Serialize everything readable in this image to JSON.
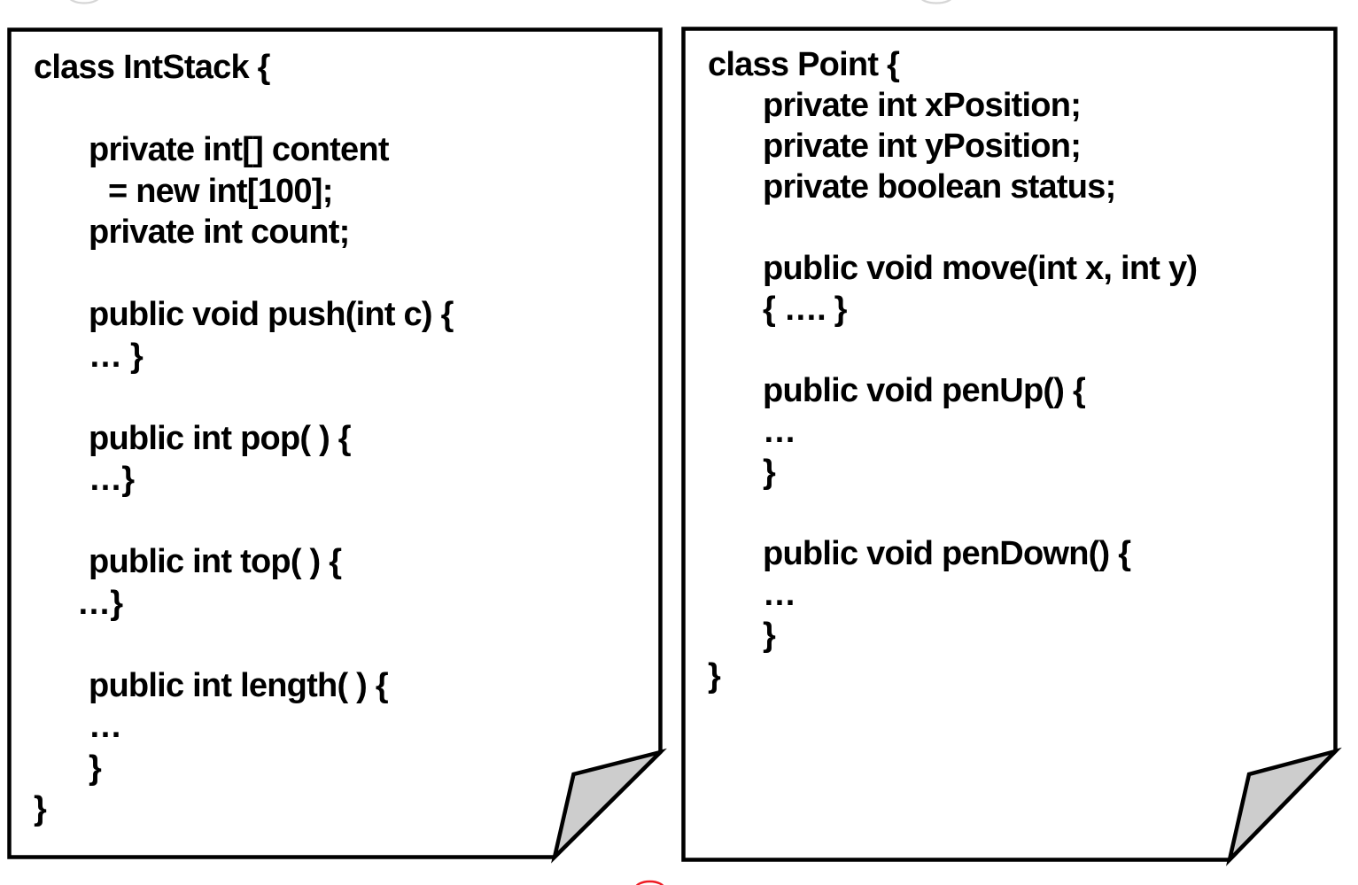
{
  "colors": {
    "ink": "#000000",
    "paper": "#ffffff",
    "fold_fill": "#cdcdcd",
    "red_accent": "#ee1c24",
    "smudge": "#d6d6d6"
  },
  "panels": {
    "left": {
      "lines": [
        {
          "text": "class IntStack {",
          "ind": 0
        },
        {
          "text": "",
          "ind": 0
        },
        {
          "text": "private int[] content",
          "ind": 1
        },
        {
          "text": "= new int[100];",
          "ind": 2
        },
        {
          "text": "private int count;",
          "ind": 1
        },
        {
          "text": "",
          "ind": 0
        },
        {
          "text": "public void push(int c) {",
          "ind": 1
        },
        {
          "text": "… }",
          "ind": 1
        },
        {
          "text": "",
          "ind": 0
        },
        {
          "text": "public int pop( ) {",
          "ind": 1
        },
        {
          "text": "…}",
          "ind": 1
        },
        {
          "text": "",
          "ind": 0
        },
        {
          "text": "public int top( ) {",
          "ind": 1
        },
        {
          "text": "…}",
          "ind": 3
        },
        {
          "text": "",
          "ind": 0
        },
        {
          "text": "public int length( ) {",
          "ind": 1
        },
        {
          "text": "…",
          "ind": 1
        },
        {
          "text": "}",
          "ind": 1
        },
        {
          "text": "}",
          "ind": 0
        }
      ]
    },
    "right": {
      "lines": [
        {
          "text": "class Point {",
          "ind": 0
        },
        {
          "text": "private int xPosition;",
          "ind": 1
        },
        {
          "text": "private int yPosition;",
          "ind": 1
        },
        {
          "text": "private boolean status;",
          "ind": 1
        },
        {
          "text": "",
          "ind": 0
        },
        {
          "text": "public void move(int x, int y)",
          "ind": 1
        },
        {
          "text": "{ …. }",
          "ind": 1
        },
        {
          "text": "",
          "ind": 0
        },
        {
          "text": "public void penUp() {",
          "ind": 1
        },
        {
          "text": "…",
          "ind": 1
        },
        {
          "text": "}",
          "ind": 1
        },
        {
          "text": "",
          "ind": 0
        },
        {
          "text": "public void penDown() {",
          "ind": 1
        },
        {
          "text": "…",
          "ind": 1
        },
        {
          "text": "}",
          "ind": 1
        },
        {
          "text": "}",
          "ind": 0
        }
      ]
    }
  }
}
